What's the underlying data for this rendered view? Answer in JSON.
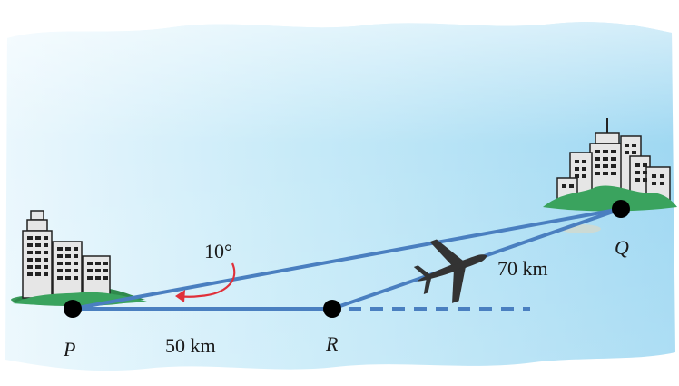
{
  "labels": {
    "p": "P",
    "q": "Q",
    "r": "R",
    "angle": "10°",
    "pr_distance": "50 km",
    "rq_distance": "70 km"
  },
  "colors": {
    "sky_light": "#eaf7fd",
    "sky_mid": "#b9e3f6",
    "sky_deep": "#9bd6f1",
    "route_line": "#4a7fc0",
    "angle_arrow": "#e0303a",
    "town_dot": "#000000",
    "grass": "#3a9a5a",
    "building_fill": "#e6e6e6",
    "building_stroke": "#222222",
    "plane": "#333333"
  }
}
